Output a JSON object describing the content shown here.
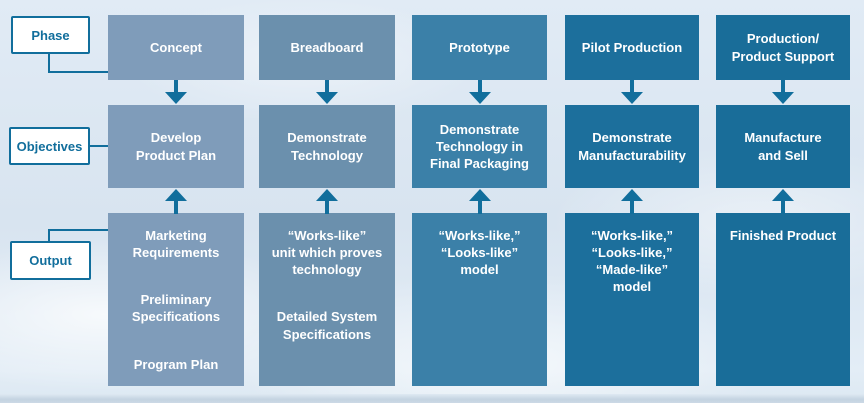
{
  "diagram_title": "Product Development Phases Diagram",
  "colors": {
    "accent": "#116e9c",
    "text": "#ffffff",
    "background": "#dbe7f2",
    "column_fills": [
      "#7f9cba",
      "#6b90ad",
      "#3b80a8",
      "#1c6f9c",
      "#196d99"
    ]
  },
  "row_labels": {
    "phase": "Phase",
    "objectives": "Objectives",
    "output": "Output"
  },
  "columns": [
    {
      "id": "concept",
      "phase": "Concept",
      "objective": "Develop\nProduct Plan",
      "outputs": [
        "Marketing\nRequirements",
        "Preliminary\nSpecifications",
        "Program Plan"
      ]
    },
    {
      "id": "breadboard",
      "phase": "Breadboard",
      "objective": "Demonstrate\nTechnology",
      "outputs": [
        "“Works-like”\nunit which proves\ntechnology",
        "Detailed System\nSpecifications"
      ]
    },
    {
      "id": "prototype",
      "phase": "Prototype",
      "objective": "Demonstrate\nTechnology in\nFinal Packaging",
      "outputs": [
        "“Works-like,”\n“Looks-like”\nmodel"
      ]
    },
    {
      "id": "pilot-production",
      "phase": "Pilot Production",
      "objective": "Demonstrate\nManufacturability",
      "outputs": [
        "“Works-like,”\n“Looks-like,”\n“Made-like”\nmodel"
      ]
    },
    {
      "id": "production-product-support",
      "phase": "Production/\nProduct Support",
      "objective": "Manufacture\nand Sell",
      "outputs": [
        "Finished Product"
      ]
    }
  ]
}
